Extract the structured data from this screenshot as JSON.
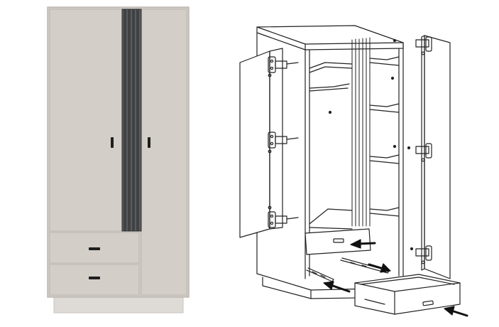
{
  "colors": {
    "cabinet_body": "#cfcac4",
    "cabinet_edge": "#bdb8b1",
    "plinth": "#dedad5",
    "slat_dark": "#3f4143",
    "slat_mid": "#5a5c5e",
    "handle": "#1e1e1e",
    "line_art": "#222222",
    "arrow": "#111111"
  },
  "product": {
    "doors": 2,
    "drawers": 2,
    "slat_count": 4
  },
  "diagram": {
    "hinges_left_door": 3,
    "hinges_right_door": 3,
    "shelves": 4,
    "arrows": 4
  }
}
